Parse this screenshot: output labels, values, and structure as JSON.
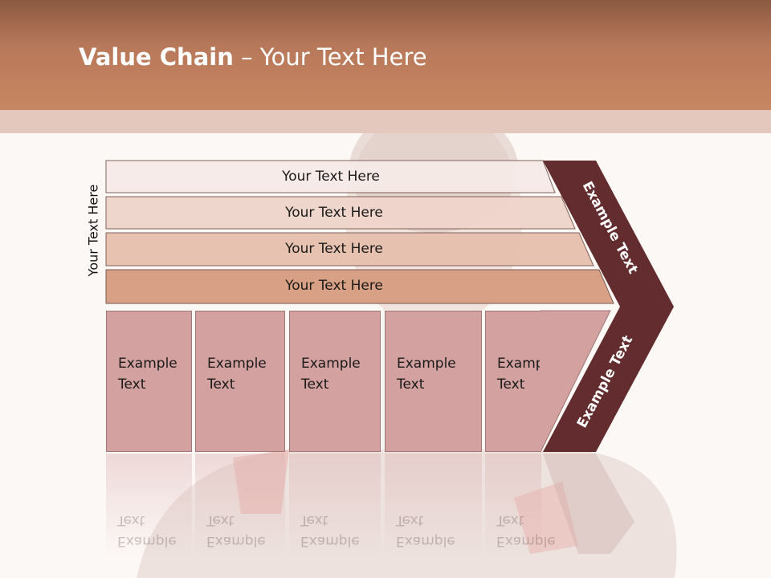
{
  "title": {
    "bold": "Value Chain",
    "rest": " – Your Text Here"
  },
  "vertical_label": "Your Text Here",
  "bars": [
    "Your Text Here",
    "Your Text Here",
    "Your Text Here",
    "Your Text Here"
  ],
  "boxes": [
    {
      "line1": "Example",
      "line2": "Text"
    },
    {
      "line1": "Example",
      "line2": "Text"
    },
    {
      "line1": "Example",
      "line2": "Text"
    },
    {
      "line1": "Example",
      "line2": "Text"
    },
    {
      "line1": "Example",
      "line2": "Text"
    }
  ],
  "chevron": {
    "upper": "Example Text",
    "lower": "Example Text"
  },
  "colors": {
    "header": "#c88762",
    "chevron": "#632d2f",
    "box": "#d3a1a0"
  }
}
